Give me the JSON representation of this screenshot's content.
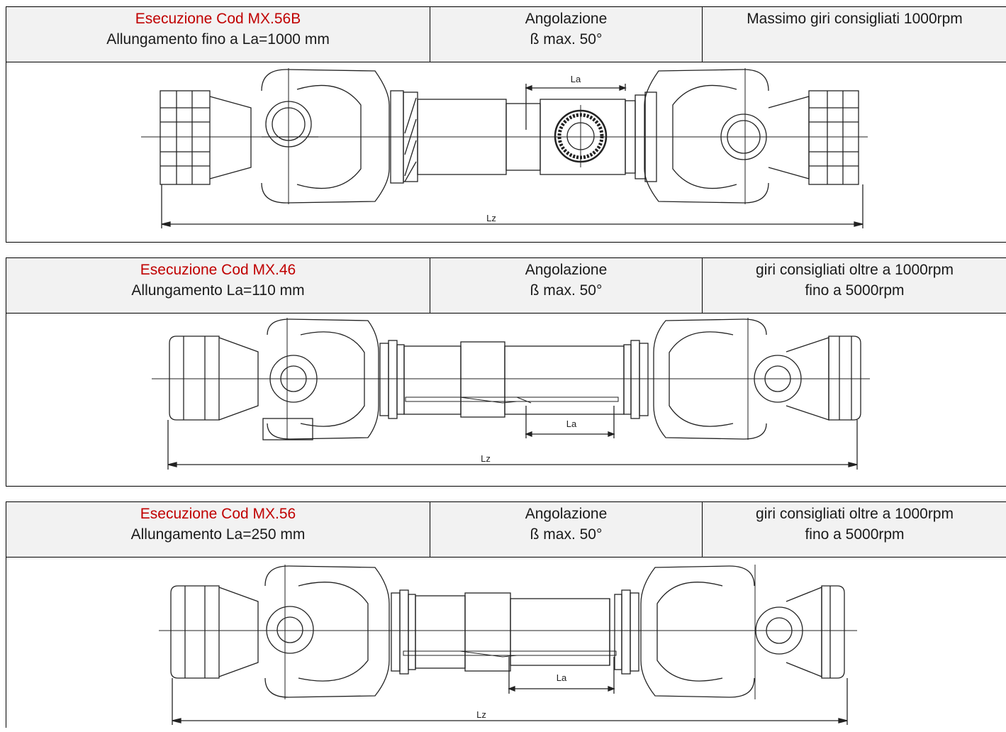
{
  "sections": [
    {
      "code": "Esecuzione Cod MX.56B",
      "extension": "Allungamento fino a La=1000 mm",
      "angle_title": "Angolazione",
      "angle_value": "ß max. 50°",
      "rpm_line1": "Massimo giri consigliati 1000rpm",
      "rpm_line2": "",
      "dim_la": "La",
      "dim_lz": "Lz"
    },
    {
      "code": "Esecuzione Cod MX.46",
      "extension": "Allungamento La=110 mm",
      "angle_title": "Angolazione",
      "angle_value": "ß max. 50°",
      "rpm_line1": "giri consigliati oltre a 1000rpm",
      "rpm_line2": "fino a 5000rpm",
      "dim_la": "La",
      "dim_lz": "Lz"
    },
    {
      "code": "Esecuzione Cod MX.56",
      "extension": "Allungamento La=250 mm",
      "angle_title": "Angolazione",
      "angle_value": "ß max. 50°",
      "rpm_line1": "giri consigliati oltre a 1000rpm",
      "rpm_line2": "fino a 5000rpm",
      "dim_la": "La",
      "dim_lz": "Lz"
    }
  ]
}
